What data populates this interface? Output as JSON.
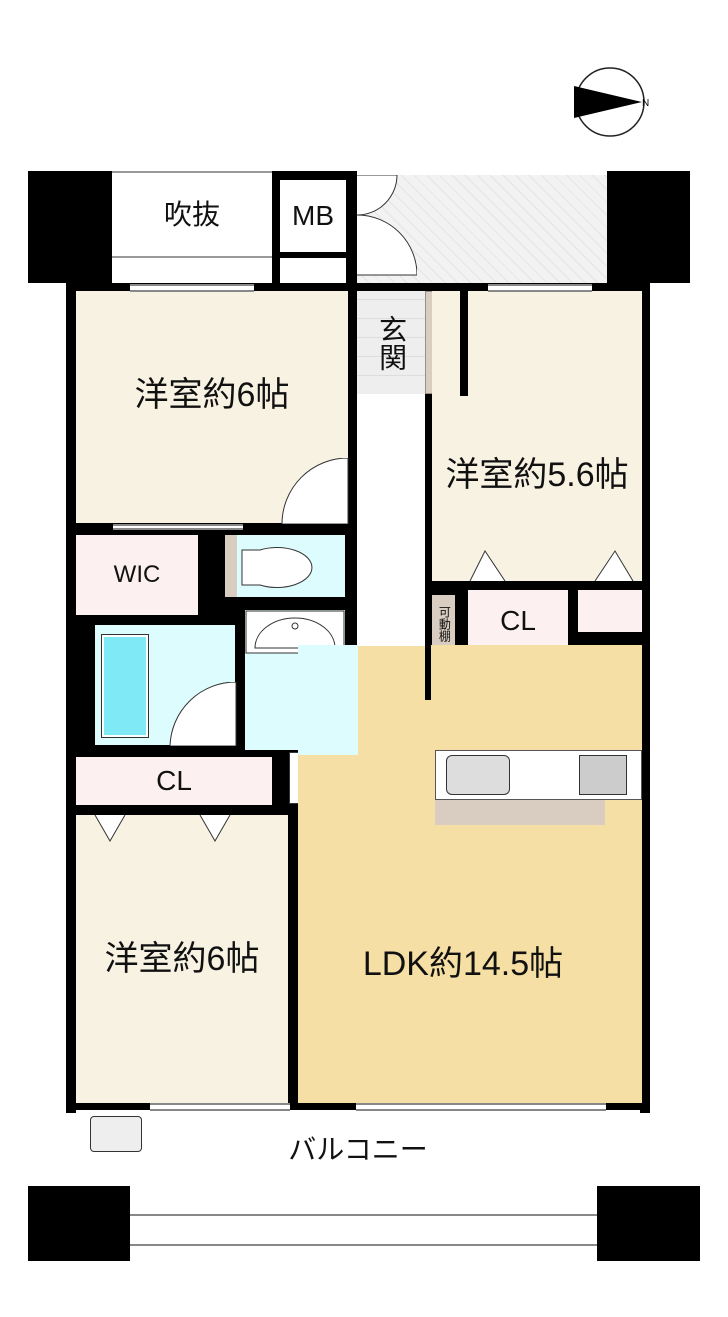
{
  "compass": {
    "north_label": "N"
  },
  "rooms": {
    "fukinuke": "吹抜",
    "mb": "MB",
    "genkan": "玄関",
    "bedroom1": {
      "name": "洋室",
      "size": "約6帖"
    },
    "bedroom2": {
      "name": "洋室",
      "size": "約5.6帖"
    },
    "wic": "WIC",
    "shelf": "可動棚",
    "cl_right": "CL",
    "cl_left": "CL",
    "bedroom3": {
      "name": "洋室",
      "size": "約6帖"
    },
    "ldk": {
      "name": "LDK",
      "size": "約14.5帖"
    },
    "balcony": "バルコニー"
  },
  "colors": {
    "bedroom": "#f8f2e3",
    "ldk": "#f5dfa5",
    "closet": "#fdf0f0",
    "wet": "#dcfcfd",
    "tub": "#80e9f6",
    "hall": "#ffffff",
    "storage": "#d8cdc0"
  }
}
